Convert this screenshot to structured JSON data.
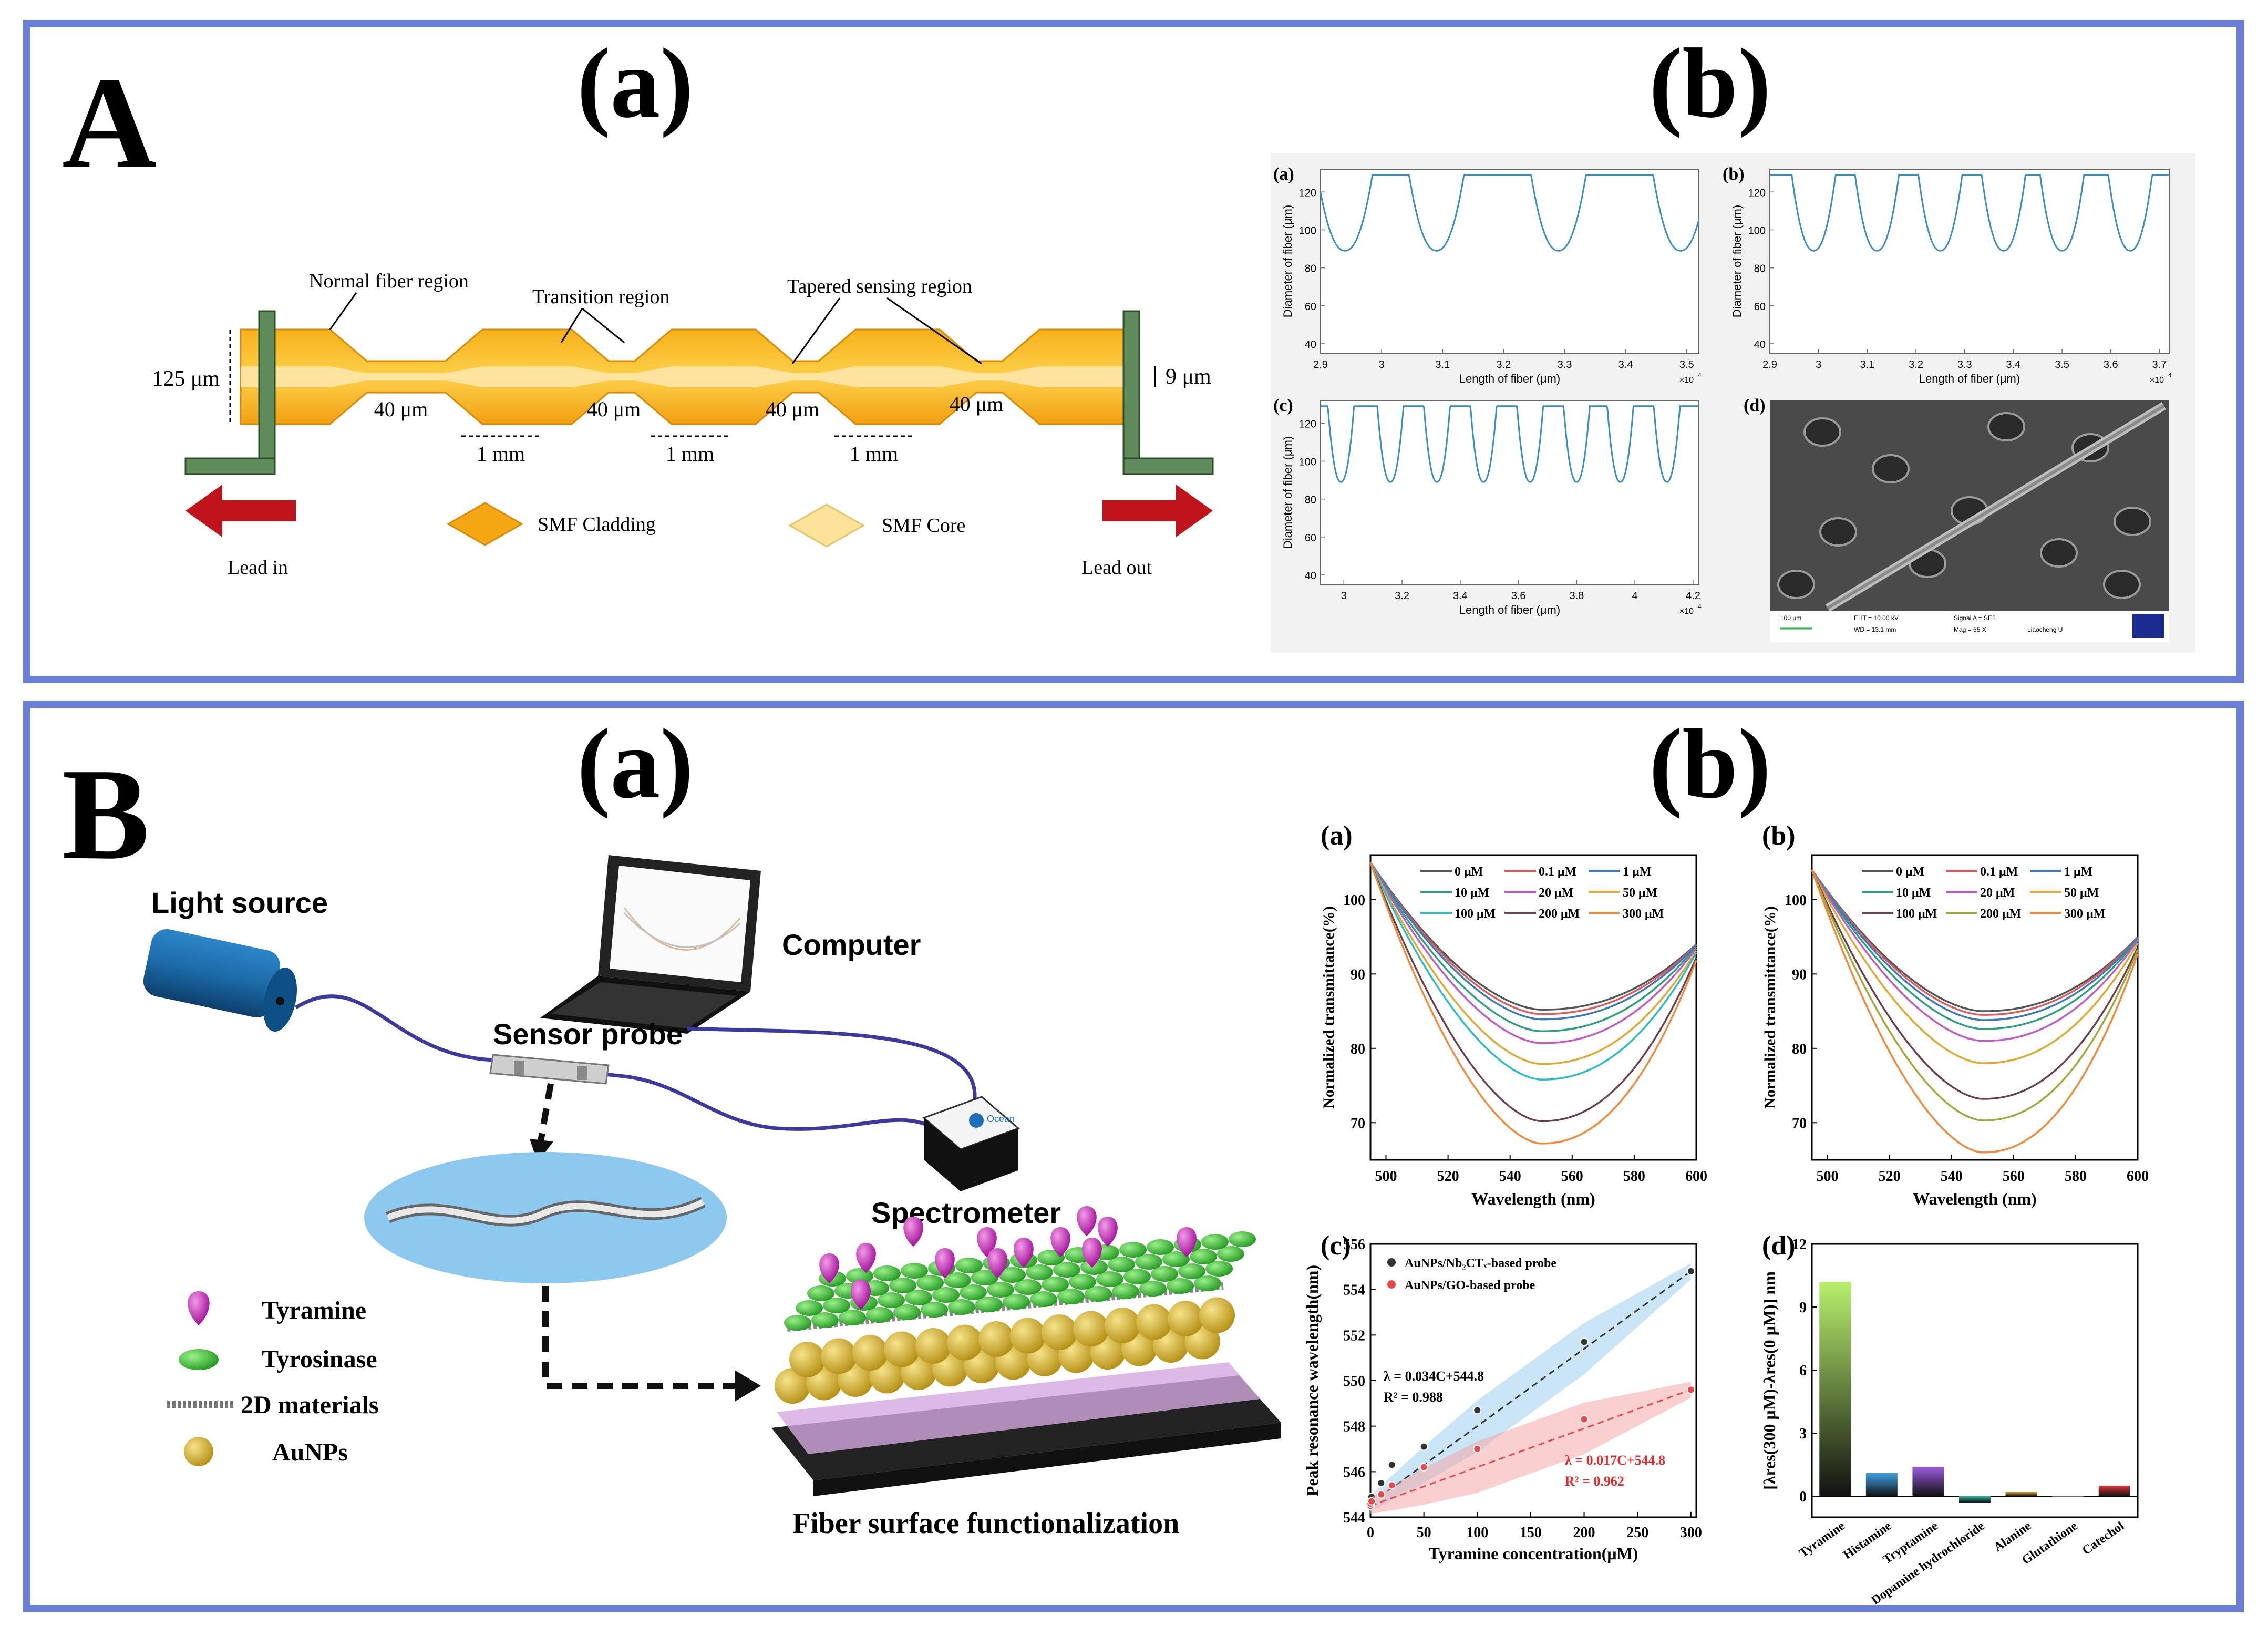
{
  "panelA": {
    "letter": "A",
    "a_label": "(a)",
    "b_label": "(b)",
    "diagram": {
      "normal_region": "Normal fiber region",
      "transition_region": "Transition region",
      "tapered_region": "Tapered sensing region",
      "dia_125": "125 μm",
      "dia_9": "9 μm",
      "taper_40": "40 μm",
      "len_1mm": "1 mm",
      "lead_in": "Lead in",
      "lead_out": "Lead out",
      "cladding": "SMF Cladding",
      "core": "SMF Core"
    },
    "profiles": {
      "ylabel": "Diameter of fiber (μm)",
      "xlabel": "Length of fiber  (μm)",
      "exp": "×10",
      "exp_sup": "4",
      "yticks": [
        "40",
        "60",
        "80",
        "100",
        "120"
      ],
      "a": {
        "label": "(a)",
        "xticks": [
          "2.9",
          "3",
          "3.1",
          "3.2",
          "3.3",
          "3.4",
          "3.5"
        ],
        "xmin": 2.9,
        "xmax": 3.52,
        "dips": [
          2.94,
          3.09,
          3.29,
          3.49
        ]
      },
      "b": {
        "label": "(b)",
        "xticks": [
          "2.9",
          "3",
          "3.1",
          "3.2",
          "3.3",
          "3.4",
          "3.5",
          "3.6",
          "3.7"
        ],
        "xmin": 2.9,
        "xmax": 3.72,
        "dips": [
          2.99,
          3.12,
          3.25,
          3.38,
          3.5,
          3.64
        ]
      },
      "c": {
        "label": "(c)",
        "xticks": [
          "3",
          "3.2",
          "3.4",
          "3.6",
          "3.8",
          "4",
          "4.2"
        ],
        "xmin": 2.92,
        "xmax": 4.22,
        "dips": [
          2.99,
          3.16,
          3.32,
          3.48,
          3.64,
          3.8,
          3.95,
          4.11
        ]
      },
      "d": {
        "label": "(d)",
        "sem_info": [
          "100 μm",
          "EHT = 10.00 kV",
          "WD = 13.1 mm",
          "Signal A = SE2",
          "Mag =   55 X",
          "Liaocheng U"
        ]
      }
    }
  },
  "panelB": {
    "letter": "B",
    "a_label": "(a)",
    "b_label": "(b)",
    "setup": {
      "light_source": "Light source",
      "computer": "Computer",
      "sensor_probe": "Sensor probe",
      "spectrometer": "Spectrometer",
      "fiber_surface": "Fiber surface functionalization",
      "legend": [
        "Tyramine",
        "Tyrosinase",
        "2D materials",
        "AuNPs"
      ],
      "spectrometer_brand": "Ocean"
    },
    "colors": {
      "tyramine": "#c41bb8",
      "tyrosinase": "#3fc83a",
      "aunps": "#d6b12a",
      "panel_border": "#6b7fd6"
    }
  },
  "chart_data": [
    {
      "type": "line",
      "panel_label": "(a)",
      "xlabel": "Wavelength (nm)",
      "ylabel": "Normalized transmittance(%)",
      "xlim": [
        495,
        600
      ],
      "ylim": [
        65,
        106
      ],
      "xticks": [
        500,
        520,
        540,
        560,
        580,
        600
      ],
      "yticks": [
        70,
        80,
        90,
        100
      ],
      "series": [
        {
          "name": "0 μM",
          "color": "#555555",
          "min": 85.2
        },
        {
          "name": "0.1 μM",
          "color": "#e05a5a",
          "min": 84.6
        },
        {
          "name": "1 μM",
          "color": "#3a78c2",
          "min": 83.9
        },
        {
          "name": "10 μM",
          "color": "#2ca07a",
          "min": 82.3
        },
        {
          "name": "20 μM",
          "color": "#c05ac9",
          "min": 80.7
        },
        {
          "name": "50 μM",
          "color": "#e0a830",
          "min": 77.9
        },
        {
          "name": "100 μM",
          "color": "#2bbcc9",
          "min": 75.8
        },
        {
          "name": "200 μM",
          "color": "#6b3f4f",
          "min": 70.2
        },
        {
          "name": "300 μM",
          "color": "#f08a3a",
          "min": 67.2
        }
      ],
      "start": 105,
      "end_base": 94,
      "min_x": 550
    },
    {
      "type": "line",
      "panel_label": "(b)",
      "xlabel": "Wavelength (nm)",
      "ylabel": "Normalized transmittance(%)",
      "xlim": [
        495,
        600
      ],
      "ylim": [
        65,
        106
      ],
      "xticks": [
        500,
        520,
        540,
        560,
        580,
        600
      ],
      "yticks": [
        70,
        80,
        90,
        100
      ],
      "series": [
        {
          "name": "0 μM",
          "color": "#555555",
          "min": 85.0
        },
        {
          "name": "0.1 μM",
          "color": "#e05a5a",
          "min": 84.5
        },
        {
          "name": "1 μM",
          "color": "#3a78c2",
          "min": 83.8
        },
        {
          "name": "10 μM",
          "color": "#2ca07a",
          "min": 82.6
        },
        {
          "name": "20 μM",
          "color": "#c05ac9",
          "min": 81.0
        },
        {
          "name": "50 μM",
          "color": "#e0a830",
          "min": 78.0
        },
        {
          "name": "100 μM",
          "color": "#6b3f4f",
          "min": 73.2
        },
        {
          "name": "200 μM",
          "color": "#a0a838",
          "min": 70.3
        },
        {
          "name": "300 μM",
          "color": "#f08a3a",
          "min": 66.0
        }
      ],
      "start": 104,
      "end_base": 95,
      "min_x": 550
    },
    {
      "type": "scatter",
      "panel_label": "(c)",
      "xlabel": "Tyramine concentration(μM)",
      "ylabel": "Peak resonance wavelength(nm)",
      "xlim": [
        0,
        305
      ],
      "ylim": [
        544,
        556
      ],
      "xticks": [
        0,
        50,
        100,
        150,
        200,
        250,
        300
      ],
      "yticks": [
        544,
        546,
        548,
        550,
        552,
        554,
        556
      ],
      "series": [
        {
          "name": "AuNPs/Nb₂CTₓ-based probe",
          "color": "#333333",
          "x": [
            0,
            0.1,
            1,
            10,
            20,
            50,
            100,
            200,
            300
          ],
          "y": [
            544.6,
            544.7,
            544.9,
            545.5,
            546.3,
            547.1,
            548.7,
            551.7,
            554.8
          ],
          "fit": "λ = 0.034C+544.8",
          "r2": "R² = 0.988",
          "band": "#9fd0ee"
        },
        {
          "name": "AuNPs/GO-based probe",
          "color": "#e84848",
          "x": [
            0,
            0.1,
            1,
            10,
            20,
            50,
            100,
            200,
            300
          ],
          "y": [
            544.5,
            544.6,
            544.7,
            545.0,
            545.4,
            546.2,
            547.0,
            548.3,
            549.6
          ],
          "fit": "λ = 0.017C+544.8",
          "r2": "R² = 0.962",
          "band": "#f4a7a7"
        }
      ]
    },
    {
      "type": "bar",
      "panel_label": "(d)",
      "ylabel": "[λres(300 μM)-λres(0 μM)] nm",
      "ylim": [
        -1,
        12
      ],
      "yticks": [
        0,
        3,
        6,
        9,
        12
      ],
      "categories": [
        "Tyramine",
        "Histamine",
        "Tryptamine",
        "Dopamine hydrochloride",
        "Alanine",
        "Glutathione",
        "Catechol"
      ],
      "values": [
        10.2,
        1.1,
        1.4,
        -0.3,
        0.2,
        0.0,
        0.5
      ],
      "colors": [
        "#b7f06c",
        "#3fa0e6",
        "#9a5be0",
        "#2ab8a0",
        "#d69c30",
        "#888888",
        "#e03838"
      ]
    }
  ]
}
